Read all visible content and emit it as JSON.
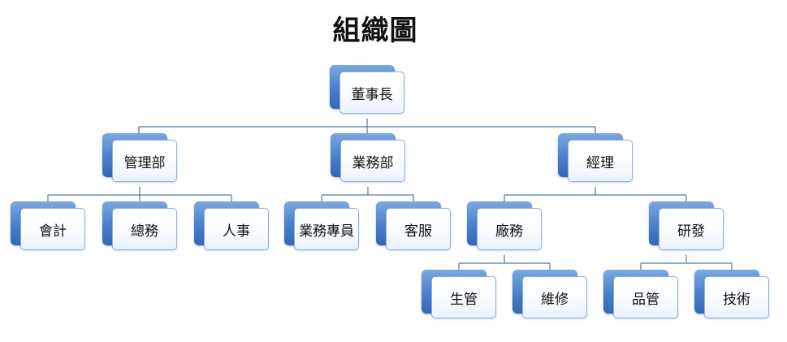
{
  "title": "組織圖",
  "colors": {
    "connector": "#4f79a7",
    "back_card": "#4a7fcc",
    "front_border": "#8fb1dc"
  },
  "nodes": {
    "chairman": "董事長",
    "management": "管理部",
    "sales": "業務部",
    "manager": "經理",
    "accounting": "會計",
    "general_affairs": "總務",
    "personnel": "人事",
    "sales_staff": "業務專員",
    "customer_service": "客服",
    "factory": "廠務",
    "rd": "研發",
    "production_control": "生管",
    "maintenance": "維修",
    "quality_control": "品管",
    "technology": "技術"
  }
}
